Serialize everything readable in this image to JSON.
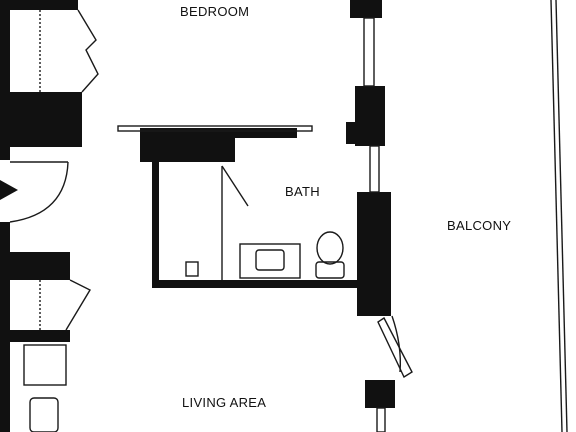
{
  "floor_plan": {
    "rooms": [
      {
        "id": "bedroom",
        "label": "BEDROOM"
      },
      {
        "id": "bath",
        "label": "BATH"
      },
      {
        "id": "balcony",
        "label": "BALCONY"
      },
      {
        "id": "living",
        "label": "LIVING AREA"
      }
    ],
    "colors": {
      "wall": "#111111",
      "line": "#1a1a1a",
      "background": "#ffffff"
    }
  }
}
